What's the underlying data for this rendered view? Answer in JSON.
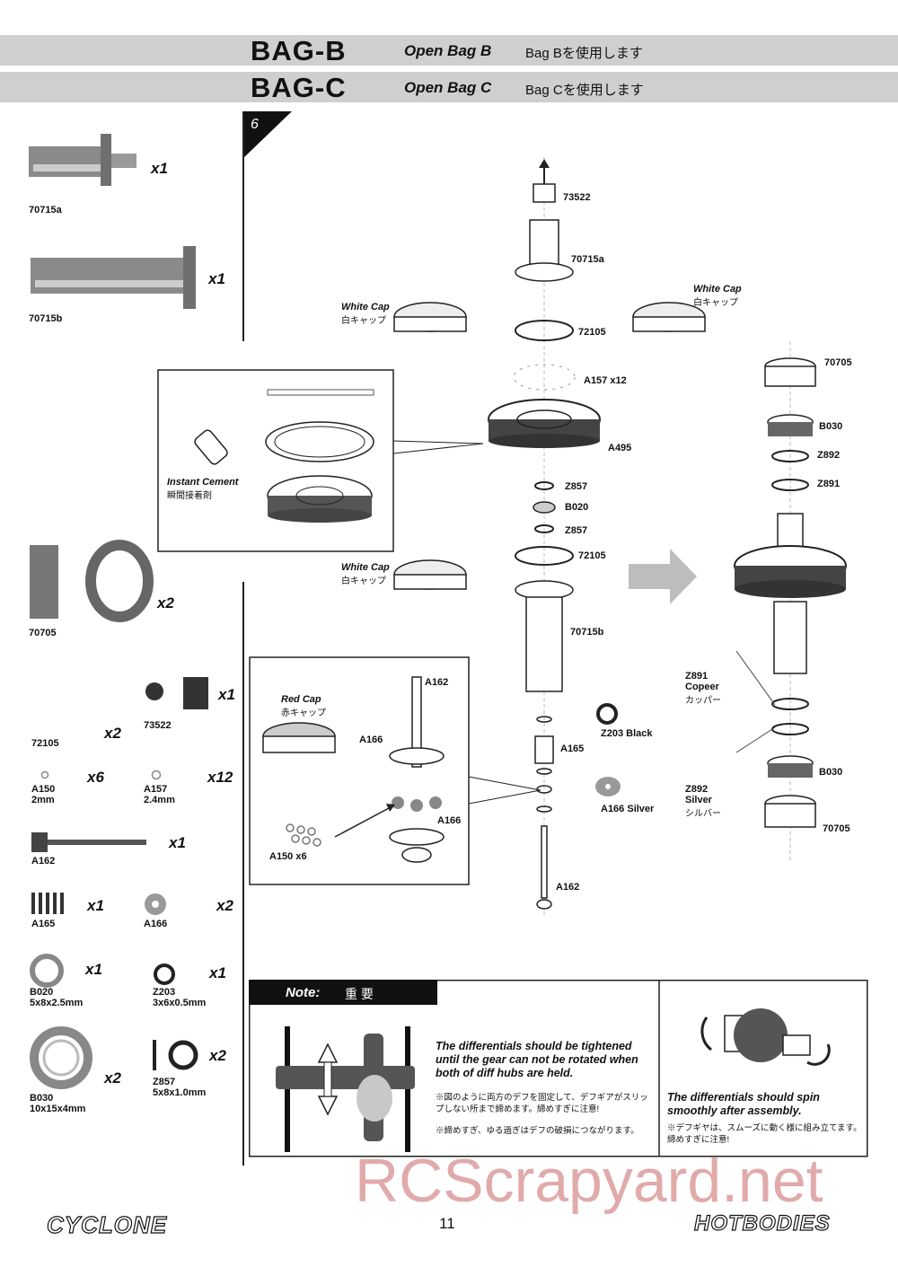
{
  "header": {
    "bag_b": {
      "title": "BAG-B",
      "open": "Open Bag B",
      "jp": "Bag Bを使用します"
    },
    "bag_c": {
      "title": "BAG-C",
      "open": "Open Bag C",
      "jp": "Bag Cを使用します"
    }
  },
  "step_number": "6",
  "parts_list": [
    {
      "code": "70715a",
      "qty": "x1"
    },
    {
      "code": "70715b",
      "qty": "x1"
    },
    {
      "code": "70705",
      "qty": "x2"
    },
    {
      "code": "73522",
      "qty": "x1"
    },
    {
      "code": "72105",
      "qty": "x2"
    },
    {
      "code": "A150",
      "size": "2mm",
      "qty": "x6"
    },
    {
      "code": "A157",
      "size": "2.4mm",
      "qty": "x12"
    },
    {
      "code": "A162",
      "qty": "x1"
    },
    {
      "code": "A165",
      "qty": "x1"
    },
    {
      "code": "A166",
      "qty": "x2"
    },
    {
      "code": "B020",
      "size": "5x8x2.5mm",
      "qty": "x1"
    },
    {
      "code": "Z203",
      "size": "3x6x0.5mm",
      "qty": "x1"
    },
    {
      "code": "B030",
      "size": "10x15x4mm",
      "qty": "x2"
    },
    {
      "code": "Z857",
      "size": "5x8x1.0mm",
      "qty": "x2"
    }
  ],
  "labels": {
    "white_cap": "White Cap",
    "white_cap_jp": "白キャップ",
    "red_cap": "Red Cap",
    "red_cap_jp": "赤キャップ",
    "instant_cement": "Instant Cement",
    "instant_cement_jp": "瞬間接着剤",
    "a157x12": "A157 x12",
    "a495": "A495",
    "a150x6": "A150 x6",
    "z203_black": "Z203  Black",
    "a166_silver": "A166  Silver",
    "z891": "Z891",
    "copeer": "Copeer",
    "copeer_jp": "カッパー",
    "z892": "Z892",
    "silver": "Silver",
    "silver_jp": "シルバー"
  },
  "note": {
    "title": "Note:",
    "title_jp": "重 要",
    "left_en": "The differentials should be tightened until the gear can not be rotated when both of diff hubs are held.",
    "left_jp1": "※図のように両方のデフを固定して、デフギアがスリップしない所まで締めます。締めすぎに注意!",
    "left_jp2": "※締めすぎ、ゆる過ぎはデフの破損につながります。",
    "right_en": "The differentials should spin smoothly after assembly.",
    "right_jp": "※デフギヤは、スムーズに動く様に組み立てます。締めすぎに注意!"
  },
  "footer": {
    "page_number": "11",
    "logo_left": "CYCLONE",
    "logo_right": "HOTBODIES",
    "watermark": "RCScrapyard.net"
  }
}
